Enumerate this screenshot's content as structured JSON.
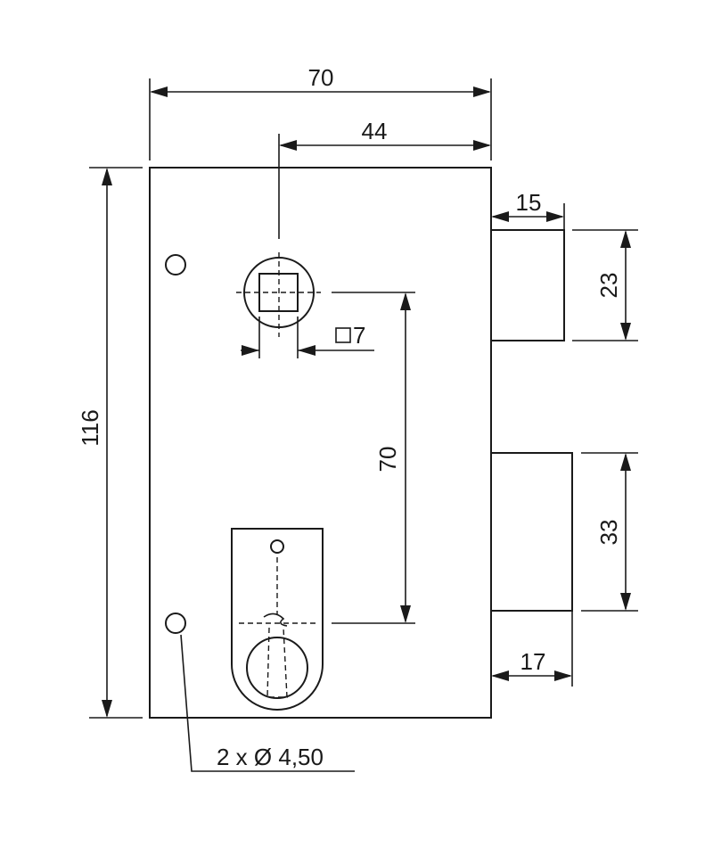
{
  "drawing": {
    "dim_width_total": "70",
    "dim_spindle_offset": "44",
    "dim_height_total": "116",
    "dim_spindle_to_cylinder": "70",
    "dim_upper_bolt_projection": "15",
    "dim_upper_bolt_height": "23",
    "dim_lower_bolt_height": "33",
    "dim_lower_bolt_projection": "17",
    "dim_square_spindle": "7",
    "square_symbol": "square-symbol-icon",
    "dim_mounting_holes": "2 x Ø 4,50"
  }
}
